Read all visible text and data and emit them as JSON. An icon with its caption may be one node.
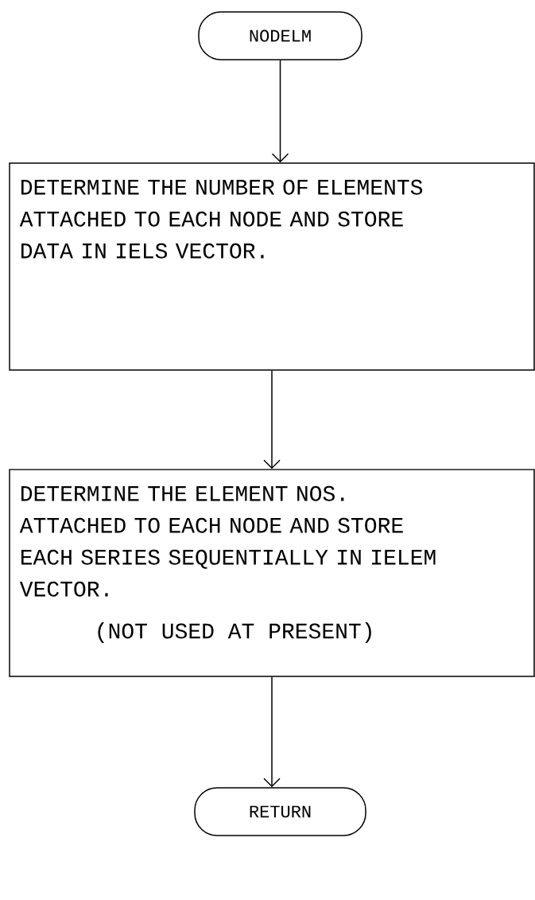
{
  "diagram": {
    "nodes": [
      {
        "text": [
          "NODELM"
        ]
      },
      {
        "text": [
          "DETERMINE THE NUMBER OF ELEMENTS ATTACHED TO EACH NODE AND STORE DATA IN IELS VECTOR."
        ]
      },
      {
        "text": [
          "DETERMINE THE ELEMENT NOS. ATTACHED TO EACH NODE AND STORE EACH SERIES SEQUENTIALLY IN IELEM VECTOR.",
          "(NOT USED AT PRESENT)"
        ]
      },
      {
        "text": [
          "RETURN"
        ]
      }
    ],
    "edges": [
      {
        "from": 0,
        "to": 1,
        "arrow": "to"
      },
      {
        "from": 1,
        "to": 2,
        "arrow": "to"
      },
      {
        "from": 2,
        "to": 3,
        "arrow": "to"
      }
    ]
  }
}
